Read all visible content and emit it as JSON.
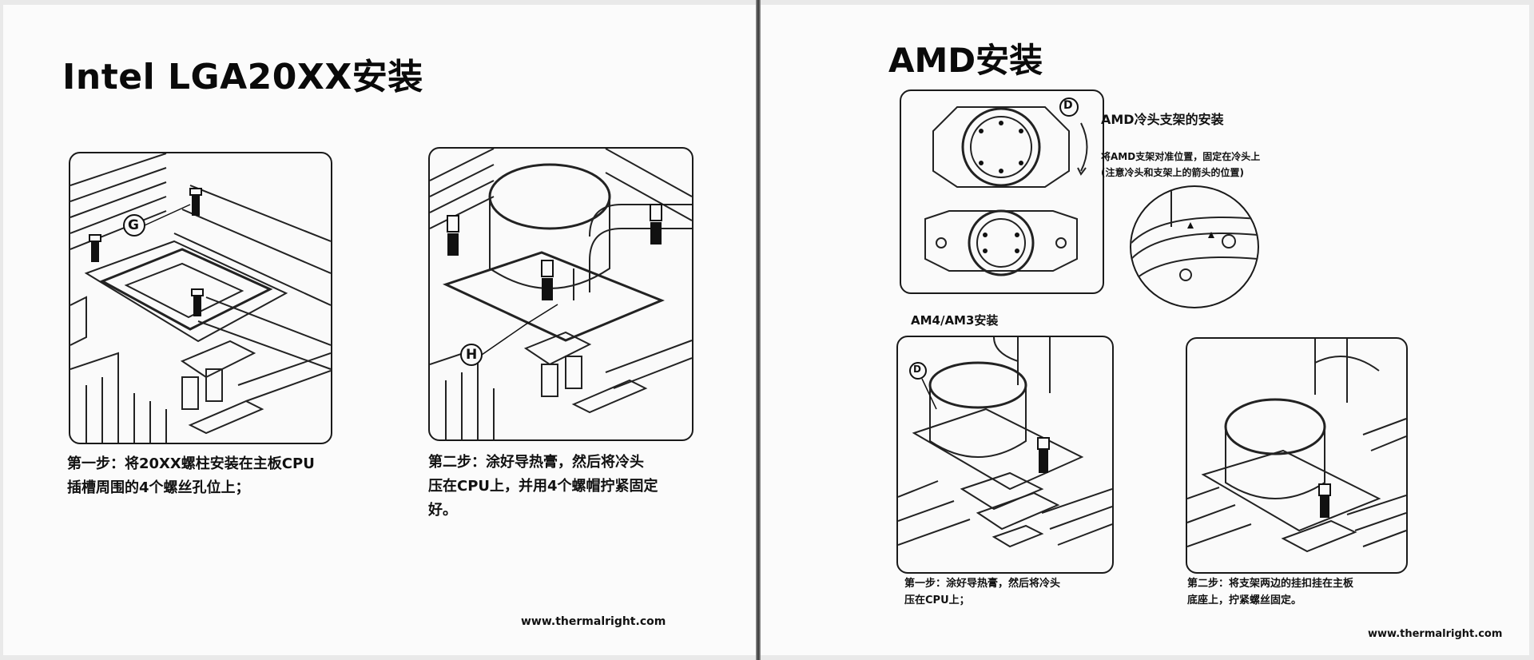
{
  "left_page": {
    "title": "Intel LGA20XX安装",
    "step1": {
      "label_g": "G",
      "line1": "第一步：将20XX螺柱安装在主板CPU",
      "line2": "插槽周围的4个螺丝孔位上；"
    },
    "step2": {
      "label_h": "H",
      "line1": "第二步：涂好导热膏，然后将冷头",
      "line2": "压在CPU上，并用4个螺帽拧紧固定",
      "line3": "好。"
    },
    "url": "www.thermalright.com"
  },
  "right_page": {
    "title": "AMD安装",
    "bracket": {
      "label_d": "D",
      "subtitle": "AMD冷头支架的安装",
      "note1": "将AMD支架对准位置，固定在冷头上",
      "note2": "(注意冷头和支架上的箭头的位置)"
    },
    "am4_title": "AM4/AM3安装",
    "am_step1": {
      "label_d": "D",
      "line1": "第一步：涂好导热膏，然后将冷头",
      "line2": "压在CPU上；"
    },
    "am_step2": {
      "line1": "第二步：将支架两边的挂扣挂在主板",
      "line2": "底座上，拧紧螺丝固定。"
    },
    "url": "www.thermalright.com"
  },
  "colors": {
    "paper": "#fbfbfb",
    "ink": "#111111",
    "spine": "#333333"
  }
}
